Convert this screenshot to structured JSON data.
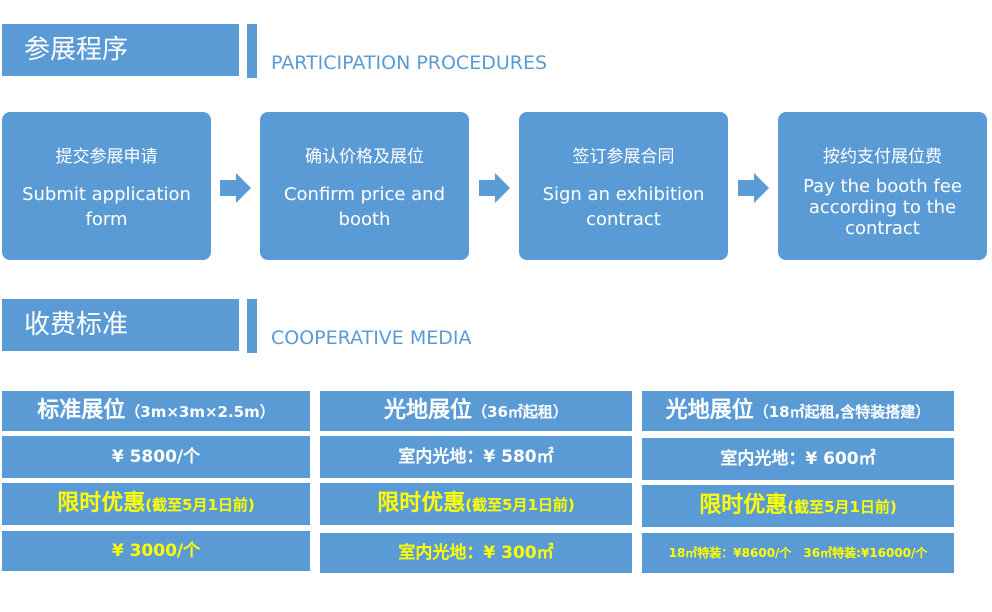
{
  "section1": {
    "title": "参展程序",
    "subtitle": "PARTICIPATION PROCEDURES"
  },
  "steps": [
    {
      "cn": "提交参展申请",
      "en": "Submit application form"
    },
    {
      "cn": "确认价格及展位",
      "en": "Confirm price and booth"
    },
    {
      "cn": "签订参展合同",
      "en": "Sign an exhibition contract"
    },
    {
      "cn": "按约支付展位费",
      "en": "Pay the booth fee according to the contract"
    }
  ],
  "section2": {
    "title": "收费标准",
    "subtitle": "COOPERATIVE MEDIA"
  },
  "pricing": [
    {
      "header": "标准展位",
      "header_note": "（3m×3m×2.5m）",
      "price": "¥ 5800/个",
      "promo": "限时优惠",
      "promo_note": "(截至5月1日前)",
      "promo_price": "¥ 3000/个"
    },
    {
      "header": "光地展位",
      "header_note": "（36㎡起租）",
      "price": "室内光地：¥ 580㎡",
      "promo": "限时优惠",
      "promo_note": "(截至5月1日前)",
      "promo_price": "室内光地：¥ 300㎡"
    },
    {
      "header": "光地展位",
      "header_note": "（18㎡起租,含特装搭建）",
      "price": "室内光地：¥ 600㎡",
      "promo": "限时优惠",
      "promo_note": "(截至5月1日前)",
      "promo_price": "18㎡特装：¥8600/个　36㎡特装:¥16000/个"
    }
  ],
  "colors": {
    "accent": "#5b9bd5",
    "highlight": "#ffff00",
    "text": "#ffffff"
  },
  "icons": {
    "step_arrow": "right-arrow-icon"
  }
}
